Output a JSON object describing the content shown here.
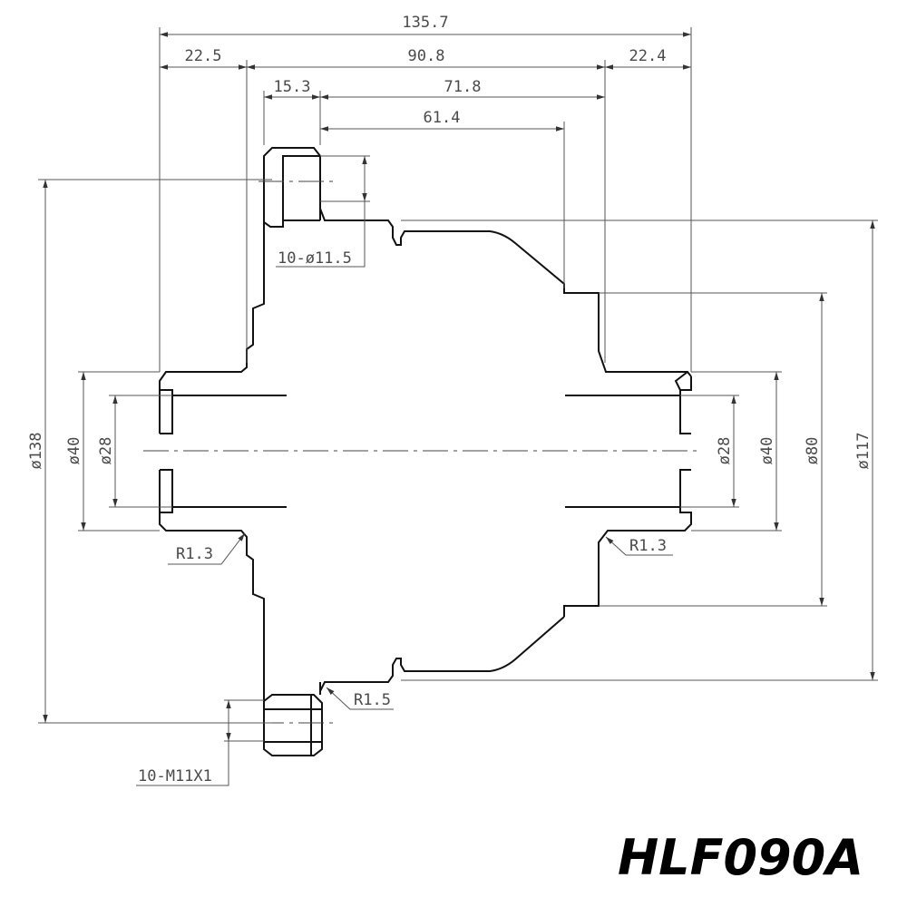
{
  "dimensions": {
    "overall_width": "135.7",
    "left_flange_offset": "22.5",
    "body_width": "90.8",
    "right_hub_width": "22.4",
    "flange_thickness": "15.3",
    "body_to_hub": "71.8",
    "body_to_step": "61.4",
    "bolt_hole": "10-ø11.5",
    "thread": "10-M11X1",
    "flange_diameter": "ø138",
    "left_outer_bore": "ø40",
    "left_inner_bore": "ø28",
    "right_inner_bore": "ø28",
    "right_outer_bore": "ø40",
    "step_diameter": "ø80",
    "body_diameter": "ø117",
    "fillet_left": "R1.3",
    "fillet_right": "R1.3",
    "fillet_flange": "R1.5"
  },
  "title": {
    "model": "HLF090A"
  }
}
